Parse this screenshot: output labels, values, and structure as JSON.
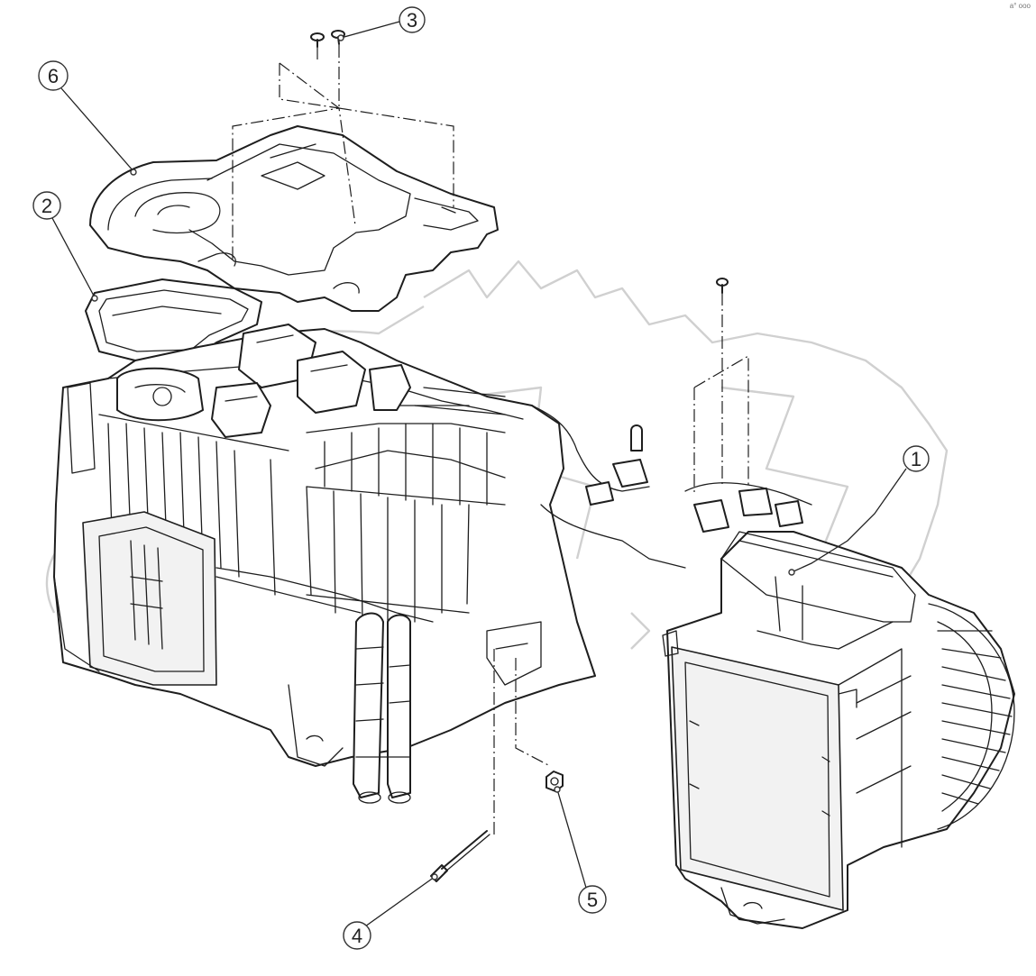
{
  "diagram": {
    "callouts": [
      {
        "id": "callout-1",
        "label": "1"
      },
      {
        "id": "callout-2",
        "label": "2"
      },
      {
        "id": "callout-3",
        "label": "3"
      },
      {
        "id": "callout-4",
        "label": "4"
      },
      {
        "id": "callout-5",
        "label": "5"
      },
      {
        "id": "callout-6",
        "label": "6"
      }
    ],
    "corner_mark": "a° ooo",
    "colors": {
      "line": "#1e1e1e",
      "background": "#ffffff",
      "watermark": "#d0d0d0"
    }
  }
}
